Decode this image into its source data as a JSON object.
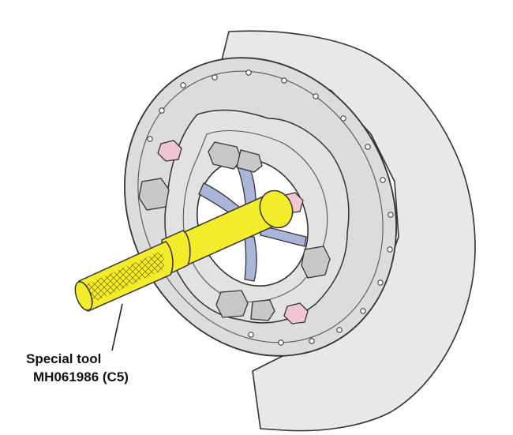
{
  "callout": {
    "line1": "Special tool",
    "line2": "MH061986 (C5)"
  },
  "colors": {
    "housing_fill": "#e8e8e8",
    "flange_fill": "#dcdcdc",
    "tool_fill": "#f2ec2a",
    "rib_fill": "#a9b6da",
    "bolt_fill": "#f1c6d3",
    "outline": "#333333",
    "label_text": "#111111"
  },
  "icons": [
    "housing",
    "flange",
    "bolt-heads",
    "pink-nuts",
    "spider-ribs",
    "special-tool-bolt",
    "leader-line"
  ]
}
